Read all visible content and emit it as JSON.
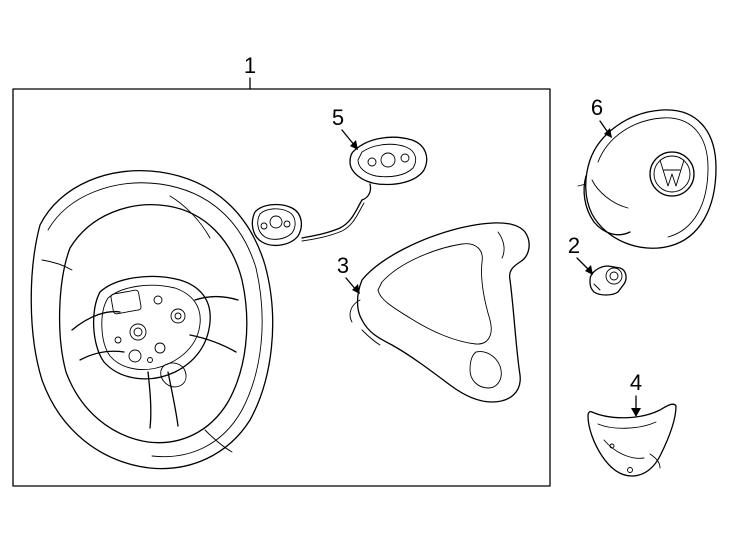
{
  "callouts": {
    "steering_wheel": "1",
    "emblem_screw": "2",
    "trim_cover": "3",
    "lower_trim": "4",
    "switch_assembly": "5",
    "air_bag": "6"
  }
}
